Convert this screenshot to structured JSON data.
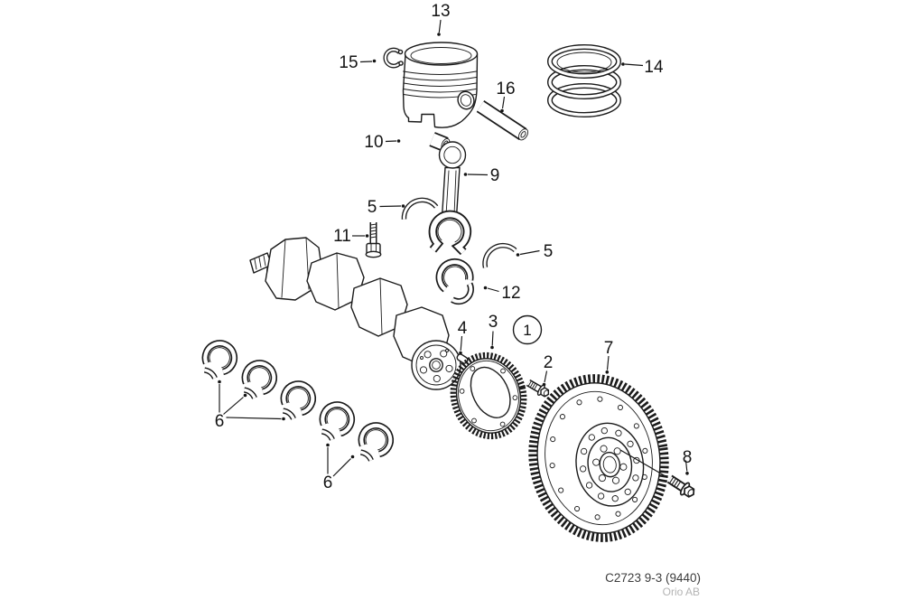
{
  "footer": {
    "code": "C2723 9-3 (9440)",
    "brand": "Orio AB"
  },
  "callouts": {
    "c1": "1",
    "c2": "2",
    "c3": "3",
    "c4": "4",
    "c5": "5",
    "c6": "6",
    "c7": "7",
    "c8": "8",
    "c9": "9",
    "c10": "10",
    "c11": "11",
    "c12": "12",
    "c13": "13",
    "c14": "14",
    "c15": "15",
    "c16": "16"
  },
  "colors": {
    "line": "#1b1b1b",
    "label": "#141414",
    "brand_muted": "#b4b4b4"
  }
}
